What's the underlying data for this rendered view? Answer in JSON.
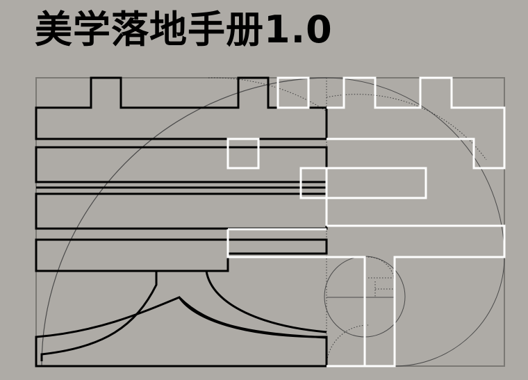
{
  "title": "美学落地手册1.0",
  "colors": {
    "background": "#aeaba6",
    "title": "#000000",
    "glyph_left": "#000000",
    "glyph_right": "#ffffff",
    "construction": "#7a7874"
  },
  "artwork": {
    "left_glyph": "美",
    "right_glyph": "学",
    "style": "outlined-character-construction-with-golden-spiral"
  }
}
